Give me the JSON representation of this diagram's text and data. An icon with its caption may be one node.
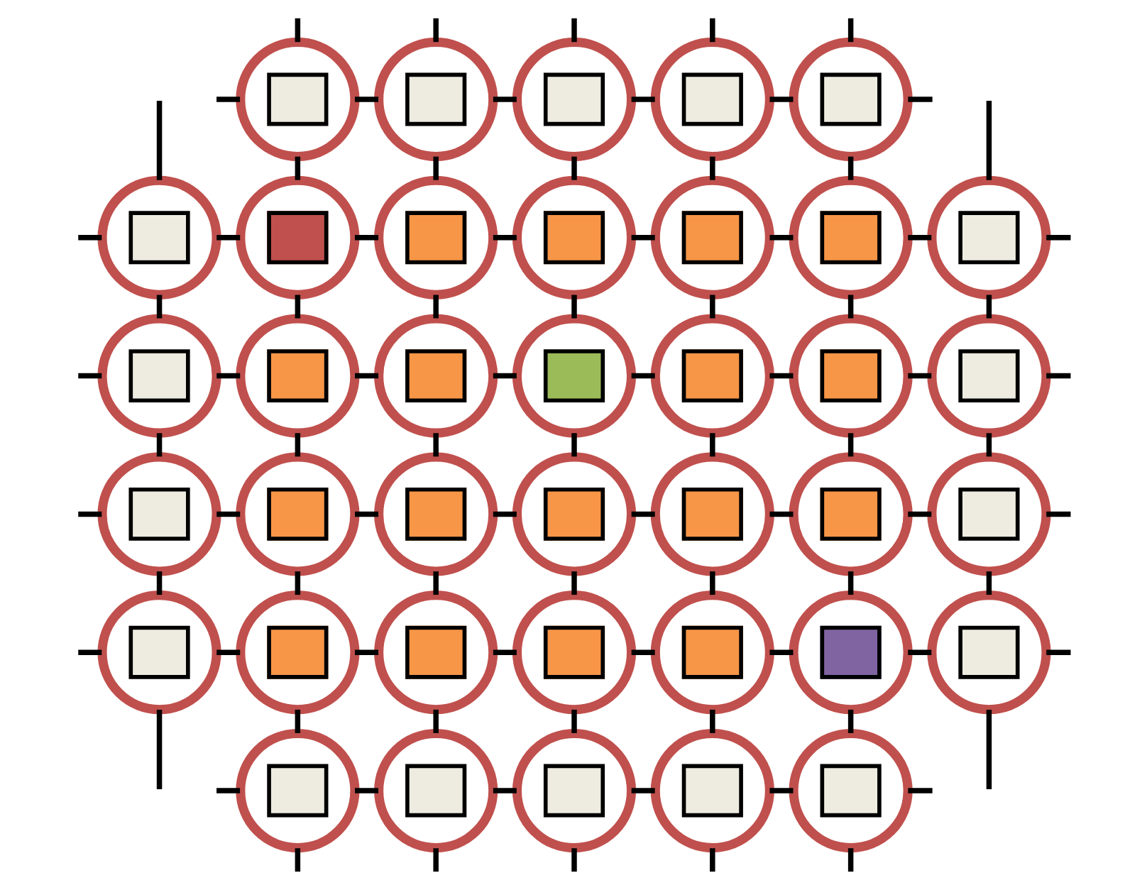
{
  "diagram": {
    "nodes": [
      {
        "text": [],
        "shape": "circle"
      },
      {
        "text": [],
        "shape": "circle"
      },
      {
        "text": [],
        "shape": "circle"
      },
      {
        "text": [],
        "shape": "circle"
      },
      {
        "text": [],
        "shape": "circle"
      },
      {
        "text": [],
        "shape": "circle"
      },
      {
        "text": [],
        "shape": "circle"
      },
      {
        "text": [],
        "shape": "circle"
      },
      {
        "text": [],
        "shape": "circle"
      },
      {
        "text": [],
        "shape": "circle"
      },
      {
        "text": [],
        "shape": "circle"
      },
      {
        "text": [],
        "shape": "circle"
      },
      {
        "text": [],
        "shape": "circle"
      },
      {
        "text": [],
        "shape": "circle"
      },
      {
        "text": [],
        "shape": "circle"
      },
      {
        "text": [],
        "shape": "circle"
      },
      {
        "text": [],
        "shape": "circle"
      },
      {
        "text": [],
        "shape": "circle"
      },
      {
        "text": [],
        "shape": "circle"
      },
      {
        "text": [],
        "shape": "circle"
      },
      {
        "text": [],
        "shape": "circle"
      },
      {
        "text": [],
        "shape": "circle"
      },
      {
        "text": [],
        "shape": "circle"
      },
      {
        "text": [],
        "shape": "circle"
      },
      {
        "text": [],
        "shape": "circle"
      },
      {
        "text": [],
        "shape": "circle"
      },
      {
        "text": [],
        "shape": "circle"
      },
      {
        "text": [],
        "shape": "circle"
      },
      {
        "text": [],
        "shape": "circle"
      },
      {
        "text": [],
        "shape": "circle"
      },
      {
        "text": [],
        "shape": "circle"
      },
      {
        "text": [],
        "shape": "circle"
      },
      {
        "text": [],
        "shape": "circle"
      },
      {
        "text": [],
        "shape": "circle"
      },
      {
        "text": [],
        "shape": "circle"
      },
      {
        "text": [],
        "shape": "circle"
      },
      {
        "text": [],
        "shape": "circle"
      },
      {
        "text": [],
        "shape": "circle"
      }
    ],
    "edges": [
      {
        "from": null,
        "to": 0,
        "arrow": "none"
      },
      {
        "from": 0,
        "to": 1,
        "arrow": "none"
      },
      {
        "from": 1,
        "to": 2,
        "arrow": "none"
      },
      {
        "from": 2,
        "to": 3,
        "arrow": "none"
      },
      {
        "from": 3,
        "to": 4,
        "arrow": "none"
      },
      {
        "from": 4,
        "to": null,
        "arrow": "none"
      },
      {
        "from": null,
        "to": 5,
        "arrow": "none"
      },
      {
        "from": 5,
        "to": 6,
        "arrow": "none"
      },
      {
        "from": 6,
        "to": 7,
        "arrow": "none"
      },
      {
        "from": 7,
        "to": 8,
        "arrow": "none"
      },
      {
        "from": 8,
        "to": 9,
        "arrow": "none"
      },
      {
        "from": 9,
        "to": 10,
        "arrow": "none"
      },
      {
        "from": 10,
        "to": 11,
        "arrow": "none"
      },
      {
        "from": 11,
        "to": null,
        "arrow": "none"
      },
      {
        "from": null,
        "to": 12,
        "arrow": "none"
      },
      {
        "from": 12,
        "to": 13,
        "arrow": "none"
      },
      {
        "from": 13,
        "to": 14,
        "arrow": "none"
      },
      {
        "from": 14,
        "to": 15,
        "arrow": "none"
      },
      {
        "from": 15,
        "to": 16,
        "arrow": "none"
      },
      {
        "from": 16,
        "to": 17,
        "arrow": "none"
      },
      {
        "from": 17,
        "to": 18,
        "arrow": "none"
      },
      {
        "from": 18,
        "to": null,
        "arrow": "none"
      },
      {
        "from": null,
        "to": 19,
        "arrow": "none"
      },
      {
        "from": 19,
        "to": 20,
        "arrow": "none"
      },
      {
        "from": 20,
        "to": 21,
        "arrow": "none"
      },
      {
        "from": 21,
        "to": 22,
        "arrow": "none"
      },
      {
        "from": 22,
        "to": 23,
        "arrow": "none"
      },
      {
        "from": 23,
        "to": 24,
        "arrow": "none"
      },
      {
        "from": 24,
        "to": 25,
        "arrow": "none"
      },
      {
        "from": 25,
        "to": null,
        "arrow": "none"
      },
      {
        "from": null,
        "to": 26,
        "arrow": "none"
      },
      {
        "from": 26,
        "to": 27,
        "arrow": "none"
      },
      {
        "from": 27,
        "to": 28,
        "arrow": "none"
      },
      {
        "from": 28,
        "to": 29,
        "arrow": "none"
      },
      {
        "from": 29,
        "to": 30,
        "arrow": "none"
      },
      {
        "from": 30,
        "to": 31,
        "arrow": "none"
      },
      {
        "from": 31,
        "to": 32,
        "arrow": "none"
      },
      {
        "from": 32,
        "to": null,
        "arrow": "none"
      },
      {
        "from": null,
        "to": 33,
        "arrow": "none"
      },
      {
        "from": 33,
        "to": 34,
        "arrow": "none"
      },
      {
        "from": 34,
        "to": 35,
        "arrow": "none"
      },
      {
        "from": 35,
        "to": 36,
        "arrow": "none"
      },
      {
        "from": 36,
        "to": 37,
        "arrow": "none"
      },
      {
        "from": 37,
        "to": null,
        "arrow": "none"
      },
      {
        "from": null,
        "to": 5,
        "arrow": "none"
      },
      {
        "from": 5,
        "to": 12,
        "arrow": "none"
      },
      {
        "from": 12,
        "to": 19,
        "arrow": "none"
      },
      {
        "from": 19,
        "to": 26,
        "arrow": "none"
      },
      {
        "from": 26,
        "to": null,
        "arrow": "none"
      },
      {
        "from": null,
        "to": 0,
        "arrow": "none"
      },
      {
        "from": 0,
        "to": 6,
        "arrow": "none"
      },
      {
        "from": 6,
        "to": 13,
        "arrow": "none"
      },
      {
        "from": 13,
        "to": 20,
        "arrow": "none"
      },
      {
        "from": 20,
        "to": 27,
        "arrow": "none"
      },
      {
        "from": 27,
        "to": 33,
        "arrow": "none"
      },
      {
        "from": 33,
        "to": null,
        "arrow": "none"
      },
      {
        "from": null,
        "to": 1,
        "arrow": "none"
      },
      {
        "from": 1,
        "to": 7,
        "arrow": "none"
      },
      {
        "from": 7,
        "to": 14,
        "arrow": "none"
      },
      {
        "from": 14,
        "to": 21,
        "arrow": "none"
      },
      {
        "from": 21,
        "to": 28,
        "arrow": "none"
      },
      {
        "from": 28,
        "to": 34,
        "arrow": "none"
      },
      {
        "from": 34,
        "to": null,
        "arrow": "none"
      },
      {
        "from": null,
        "to": 2,
        "arrow": "none"
      },
      {
        "from": 2,
        "to": 8,
        "arrow": "none"
      },
      {
        "from": 8,
        "to": 15,
        "arrow": "none"
      },
      {
        "from": 15,
        "to": 22,
        "arrow": "none"
      },
      {
        "from": 22,
        "to": 29,
        "arrow": "none"
      },
      {
        "from": 29,
        "to": 35,
        "arrow": "none"
      },
      {
        "from": 35,
        "to": null,
        "arrow": "none"
      },
      {
        "from": null,
        "to": 3,
        "arrow": "none"
      },
      {
        "from": 3,
        "to": 9,
        "arrow": "none"
      },
      {
        "from": 9,
        "to": 16,
        "arrow": "none"
      },
      {
        "from": 16,
        "to": 23,
        "arrow": "none"
      },
      {
        "from": 23,
        "to": 30,
        "arrow": "none"
      },
      {
        "from": 30,
        "to": 36,
        "arrow": "none"
      },
      {
        "from": 36,
        "to": null,
        "arrow": "none"
      },
      {
        "from": null,
        "to": 4,
        "arrow": "none"
      },
      {
        "from": 4,
        "to": 10,
        "arrow": "none"
      },
      {
        "from": 10,
        "to": 17,
        "arrow": "none"
      },
      {
        "from": 17,
        "to": 24,
        "arrow": "none"
      },
      {
        "from": 24,
        "to": 31,
        "arrow": "none"
      },
      {
        "from": 31,
        "to": 37,
        "arrow": "none"
      },
      {
        "from": 37,
        "to": null,
        "arrow": "none"
      },
      {
        "from": null,
        "to": 11,
        "arrow": "none"
      },
      {
        "from": 11,
        "to": 18,
        "arrow": "none"
      },
      {
        "from": 18,
        "to": 25,
        "arrow": "none"
      },
      {
        "from": 25,
        "to": 32,
        "arrow": "none"
      },
      {
        "from": 32,
        "to": null,
        "arrow": "none"
      }
    ]
  }
}
